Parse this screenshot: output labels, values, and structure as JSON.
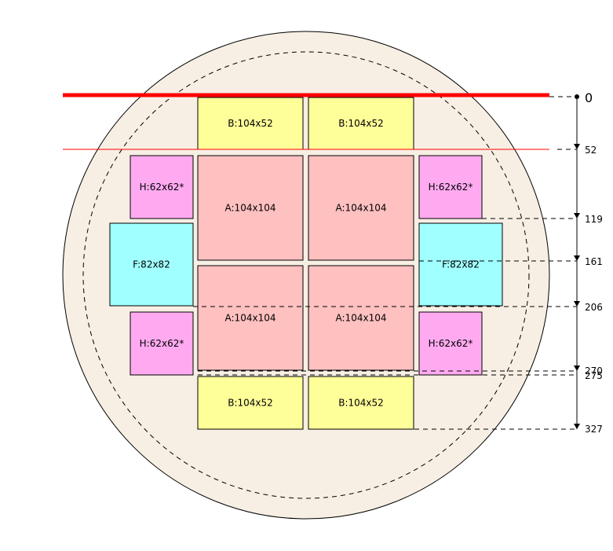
{
  "diagram": {
    "units": "mm",
    "scale_origin_label": "0",
    "colors": {
      "wafer_fill": "#f7efe4",
      "wafer_stroke": "#000000",
      "A": "#ffc0c0",
      "B": "#ffff99",
      "F": "#a0ffff",
      "H": "#ffaaf0",
      "reference_line": "#ff0000"
    },
    "blocks": [
      {
        "id": "b1",
        "label": "B:104x52",
        "kind": "B",
        "row": 0,
        "col": 1
      },
      {
        "id": "b2",
        "label": "B:104x52",
        "kind": "B",
        "row": 0,
        "col": 2
      },
      {
        "id": "h1",
        "label": "H:62x62*",
        "kind": "H",
        "row": 1,
        "col": 0
      },
      {
        "id": "a1",
        "label": "A:104x104",
        "kind": "A",
        "row": 1,
        "col": 1
      },
      {
        "id": "a2",
        "label": "A:104x104",
        "kind": "A",
        "row": 1,
        "col": 2
      },
      {
        "id": "h2",
        "label": "H:62x62*",
        "kind": "H",
        "row": 1,
        "col": 3
      },
      {
        "id": "f1",
        "label": "F:82x82",
        "kind": "F",
        "row": 2,
        "col": 0
      },
      {
        "id": "f2",
        "label": "F:82x82",
        "kind": "F",
        "row": 2,
        "col": 3
      },
      {
        "id": "a3",
        "label": "A:104x104",
        "kind": "A",
        "row": 3,
        "col": 1
      },
      {
        "id": "a4",
        "label": "A:104x104",
        "kind": "A",
        "row": 3,
        "col": 2
      },
      {
        "id": "h3",
        "label": "H:62x62*",
        "kind": "H",
        "row": 3,
        "col": 0
      },
      {
        "id": "h4",
        "label": "H:62x62*",
        "kind": "H",
        "row": 3,
        "col": 3
      },
      {
        "id": "b3",
        "label": "B:104x52",
        "kind": "B",
        "row": 4,
        "col": 1
      },
      {
        "id": "b4",
        "label": "B:104x52",
        "kind": "B",
        "row": 4,
        "col": 2
      }
    ],
    "scale_marks": [
      "0",
      "52",
      "119",
      "161",
      "206",
      "270",
      "275",
      "327"
    ]
  }
}
